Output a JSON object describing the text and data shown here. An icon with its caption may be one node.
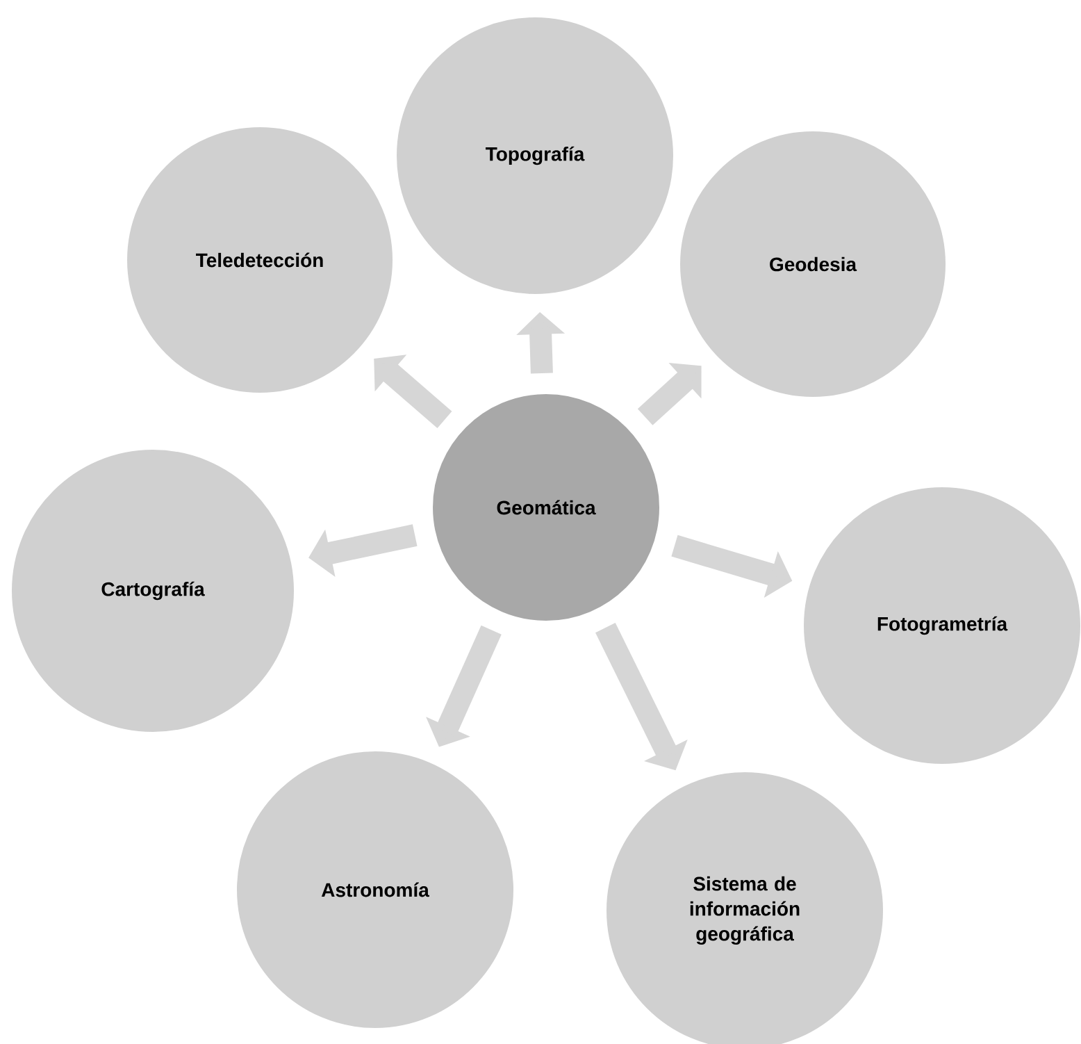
{
  "diagram": {
    "nodes": [
      {
        "text": [
          "Topografía"
        ]
      },
      {
        "text": [
          "Teledetección"
        ]
      },
      {
        "text": [
          "Geodesia"
        ]
      },
      {
        "text": [
          "Geomática"
        ]
      },
      {
        "text": [
          "Cartografía"
        ]
      },
      {
        "text": [
          "Fotogrametría"
        ]
      },
      {
        "text": [
          "Astronomía"
        ]
      },
      {
        "text": [
          "Sistema de información geográfica"
        ]
      }
    ],
    "edges": [
      {
        "from": 3,
        "to": 0,
        "arrow": "to"
      },
      {
        "from": 3,
        "to": 1,
        "arrow": "to"
      },
      {
        "from": 3,
        "to": 2,
        "arrow": "to"
      },
      {
        "from": 3,
        "to": 4,
        "arrow": "to"
      },
      {
        "from": 3,
        "to": 5,
        "arrow": "to"
      },
      {
        "from": 3,
        "to": 6,
        "arrow": "to"
      },
      {
        "from": 3,
        "to": 7,
        "arrow": "to"
      }
    ]
  }
}
